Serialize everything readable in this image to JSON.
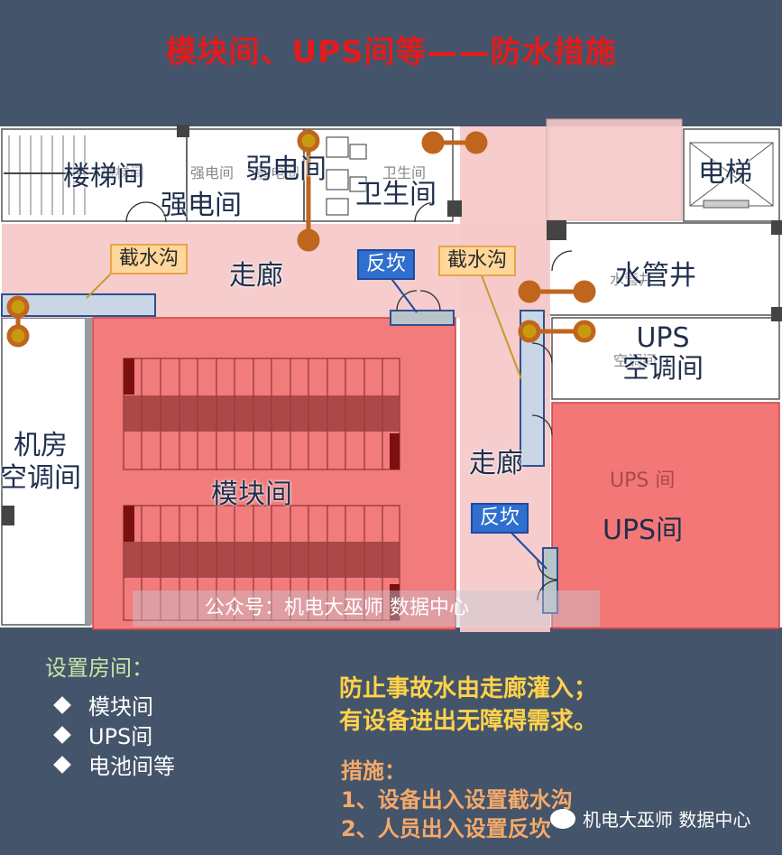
{
  "title": "模块间、UPS间等——防水措施",
  "rooms": {
    "stair": "楼梯间",
    "strong_elec": "强电间",
    "weak_elec": "弱电间",
    "toilet": "卫生间",
    "elevator": "电梯",
    "corridor_top": "走廊",
    "water_shaft": "水管井",
    "ups_ac": "UPS\n空调间",
    "machine_ac": "机房\n空调间",
    "module_room": "模块间",
    "corridor_right": "走廊",
    "ups_room": "UPS间",
    "ups_small": "UPS 间"
  },
  "tags": {
    "trench_1": "截水沟",
    "trench_2": "截水沟",
    "ramp_1": "反坎",
    "ramp_2": "反坎"
  },
  "plan_text": {
    "stair_small": "楼梯间",
    "strong_small": "强电间",
    "weak_small": "弱电间",
    "toilet_small": "卫生间",
    "shaft_small": "水管井",
    "upsac_small": "空调间"
  },
  "watermark": "公众号：机电大巫师 数据中心",
  "setup": {
    "heading": "设置房间：",
    "items": [
      "模块间",
      "UPS间",
      "电池间等"
    ]
  },
  "reasons": [
    "防止事故水由走廊灌入；",
    "有设备进出无障碍需求。"
  ],
  "steps": {
    "heading": "措施：",
    "items": [
      "1、设备出入设置截水沟",
      "2、人员出入设置反坎"
    ]
  },
  "credit": "机电大巫师 数据中心",
  "colors": {
    "background": "#44546a",
    "title": "#e31b1b",
    "corridor": "#f6c9c9",
    "module_room": "#f27b7b",
    "ups_room": "#f47777",
    "pipe": "#c0651e",
    "pipe_dot": "#c89a10"
  }
}
